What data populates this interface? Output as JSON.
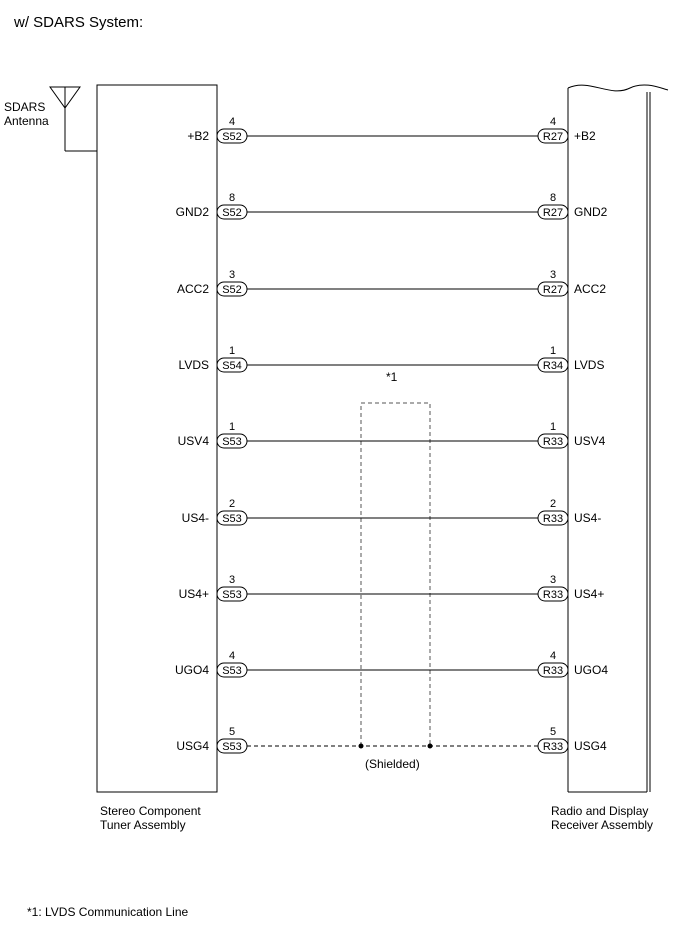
{
  "header": "w/ SDARS System:",
  "antenna": {
    "line1": "SDARS",
    "line2": "Antenna"
  },
  "left_component": {
    "line1": "Stereo Component",
    "line2": "Tuner Assembly"
  },
  "right_component": {
    "line1": "Radio and Display",
    "line2": "Receiver Assembly"
  },
  "shield_marker": "*1",
  "shield_label": "(Shielded)",
  "footnote": "*1: LVDS Communication Line",
  "wires": [
    {
      "left_label": "+B2",
      "left_pin": "4",
      "left_conn": "S52",
      "right_conn": "R27",
      "right_pin": "4",
      "right_label": "+B2",
      "style": "solid"
    },
    {
      "left_label": "GND2",
      "left_pin": "8",
      "left_conn": "S52",
      "right_conn": "R27",
      "right_pin": "8",
      "right_label": "GND2",
      "style": "solid"
    },
    {
      "left_label": "ACC2",
      "left_pin": "3",
      "left_conn": "S52",
      "right_conn": "R27",
      "right_pin": "3",
      "right_label": "ACC2",
      "style": "solid"
    },
    {
      "left_label": "LVDS",
      "left_pin": "1",
      "left_conn": "S54",
      "right_conn": "R34",
      "right_pin": "1",
      "right_label": "LVDS",
      "style": "solid"
    },
    {
      "left_label": "USV4",
      "left_pin": "1",
      "left_conn": "S53",
      "right_conn": "R33",
      "right_pin": "1",
      "right_label": "USV4",
      "style": "solid"
    },
    {
      "left_label": "US4-",
      "left_pin": "2",
      "left_conn": "S53",
      "right_conn": "R33",
      "right_pin": "2",
      "right_label": "US4-",
      "style": "solid"
    },
    {
      "left_label": "US4+",
      "left_pin": "3",
      "left_conn": "S53",
      "right_conn": "R33",
      "right_pin": "3",
      "right_label": "US4+",
      "style": "solid"
    },
    {
      "left_label": "UGO4",
      "left_pin": "4",
      "left_conn": "S53",
      "right_conn": "R33",
      "right_pin": "4",
      "right_label": "UGO4",
      "style": "solid"
    },
    {
      "left_label": "USG4",
      "left_pin": "5",
      "left_conn": "S53",
      "right_conn": "R33",
      "right_pin": "5",
      "right_label": "USG4",
      "style": "dashed"
    }
  ]
}
